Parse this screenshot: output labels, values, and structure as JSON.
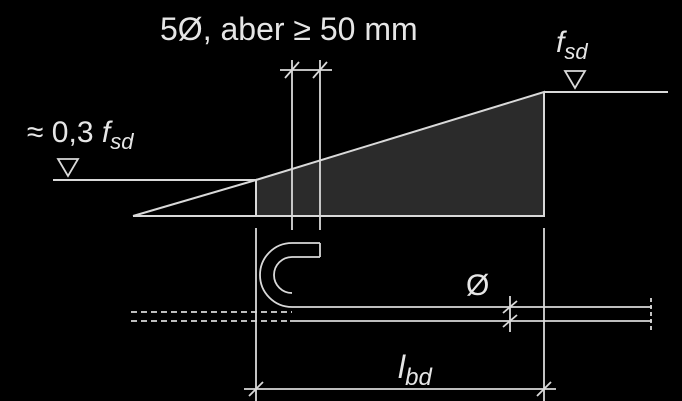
{
  "labels": {
    "spacing": "5Ø, aber ≥ 50 mm",
    "fsd_symbol": "f",
    "fsd_sub": "sd",
    "reduced_prefix": "≈ 0,3 ",
    "reduced_symbol": "f",
    "reduced_sub": "sd",
    "diameter": "Ø",
    "anchor_symbol": "l",
    "anchor_sub": "bd"
  },
  "colors": {
    "background": "#000000",
    "stroke": "#d9d9d9",
    "fill": "#2b2b2b",
    "text": "#e6e6e6"
  },
  "values": {
    "stress_start_fraction": 0.3
  }
}
